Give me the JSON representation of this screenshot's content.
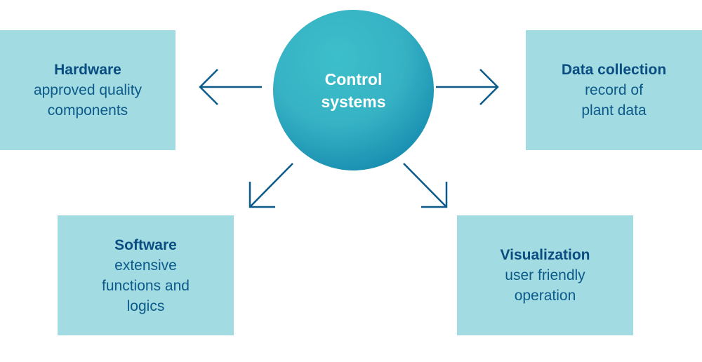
{
  "center": {
    "label": "Control\nsystems"
  },
  "nodes": {
    "hardware": {
      "title": "Hardware",
      "desc": "approved quality\ncomponents"
    },
    "data_collection": {
      "title": "Data collection",
      "desc": "record of\nplant data"
    },
    "software": {
      "title": "Software",
      "desc": "extensive\nfunctions and\nlogics"
    },
    "visualization": {
      "title": "Visualization",
      "desc": "user friendly\noperation"
    }
  },
  "colors": {
    "box_fill": "#a2dbe1",
    "text_dark_blue": "#0a4d80",
    "arrow": "#0c5a8a",
    "hub_light": "#3dbfca",
    "hub_dark": "#0d77a5"
  }
}
